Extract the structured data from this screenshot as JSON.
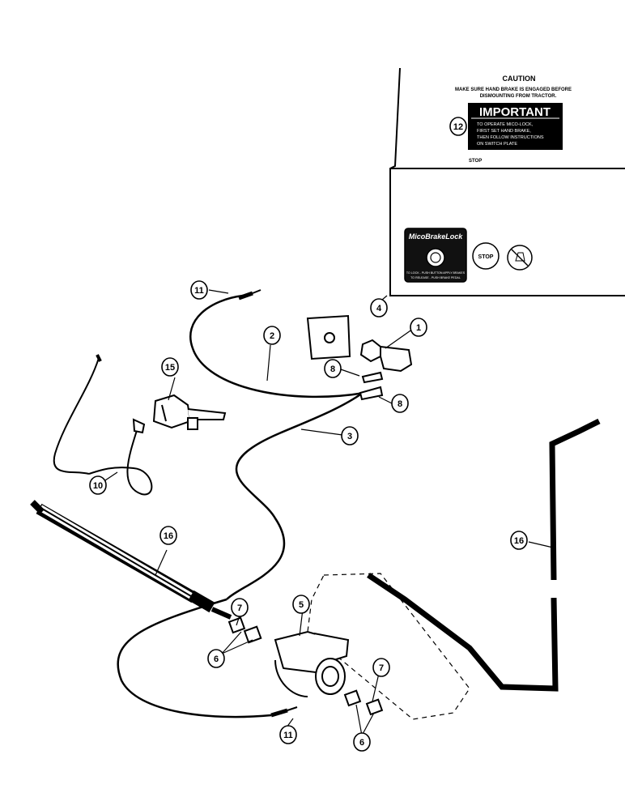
{
  "caution_decal": {
    "heading": "CAUTION",
    "line1": "MAKE SURE HAND BRAKE IS ENGAGED BEFORE",
    "line2": "DISMOUNTING FROM TRACTOR."
  },
  "important_decal": {
    "heading": "IMPORTANT",
    "lines": [
      "TO OPERATE MICO-LOCK,",
      "FIRST SET HAND BRAKE,",
      "THEN FOLLOW INSTRUCTIONS",
      "ON SWITCH PLATE"
    ]
  },
  "stop_label": "STOP",
  "switch_plate": {
    "brand": "MicoBrakeLock",
    "fine_print_1": "TO LOCK - PUSH BUTTON   APPLY BRAKES",
    "fine_print_2": "TO RELEASE - PUSH BRAKE PEDAL"
  },
  "stop_button_label": "STOP",
  "callouts": {
    "c1": "1",
    "c2": "2",
    "c3": "3",
    "c4": "4",
    "c5": "5",
    "c6a": "6",
    "c6b": "6",
    "c7a": "7",
    "c7b": "7",
    "c8a": "8",
    "c8b": "8",
    "c10": "10",
    "c11a": "11",
    "c11b": "11",
    "c12": "12",
    "c15": "15",
    "c16a": "16",
    "c16b": "16"
  }
}
